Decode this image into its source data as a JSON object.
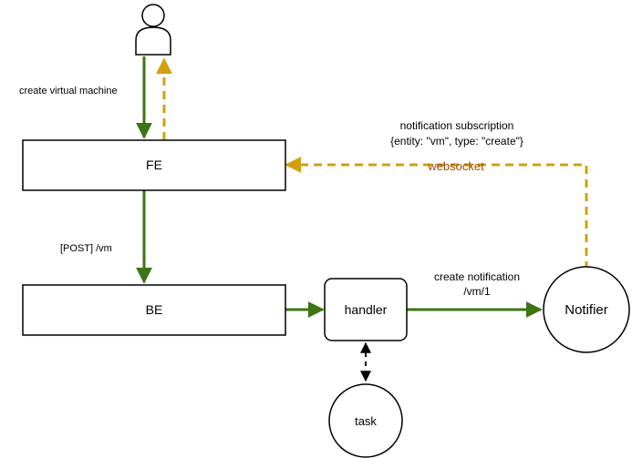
{
  "nodes": {
    "fe": "FE",
    "be": "BE",
    "handler": "handler",
    "notifier": "Notifier",
    "task": "task"
  },
  "edge_labels": {
    "create_vm": "create virtual machine",
    "post_vm": "[POST] /vm",
    "subscription_line1": "notification subscription",
    "subscription_line2": "{entity: \"vm\", type: \"create\"}",
    "websocket": "websocket",
    "create_notification_line1": "create notification",
    "create_notification_line2": "/vm/1"
  },
  "colors": {
    "green_edge": "#3d7414",
    "orange_edge": "#d49f0e",
    "websocket_text": "#9a4d00",
    "dark_edge": "#000000"
  }
}
